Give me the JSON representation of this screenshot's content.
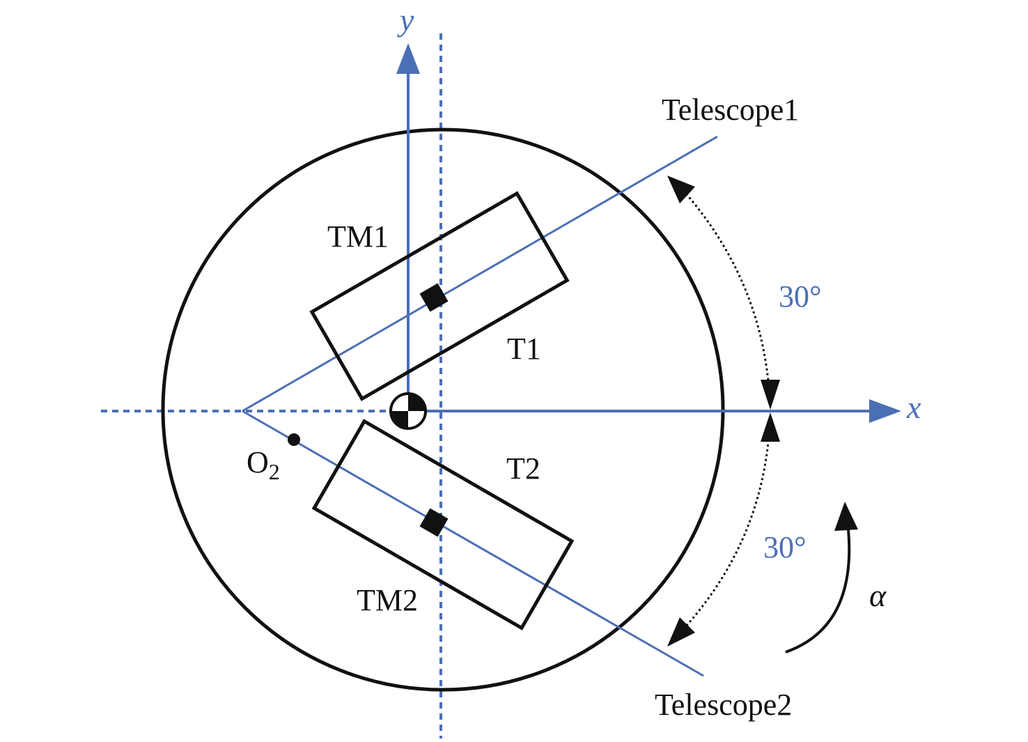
{
  "labels": {
    "axis_x": "x",
    "axis_y": "y",
    "telescope1": "Telescope1",
    "telescope2": "Telescope2",
    "tm1": "TM1",
    "tm2": "TM2",
    "t1": "T1",
    "t2": "T2",
    "o2_base": "O",
    "o2_sub": "2",
    "angle_upper": "30°",
    "angle_lower": "30°",
    "alpha": "α"
  },
  "colors": {
    "blue": "#4a6fb5",
    "black": "#111111",
    "background": "#ffffff"
  },
  "icons": {
    "center_of_mass": "center-of-mass-symbol",
    "proof_mass": "proof-mass-square",
    "point": "o2-point-dot"
  }
}
